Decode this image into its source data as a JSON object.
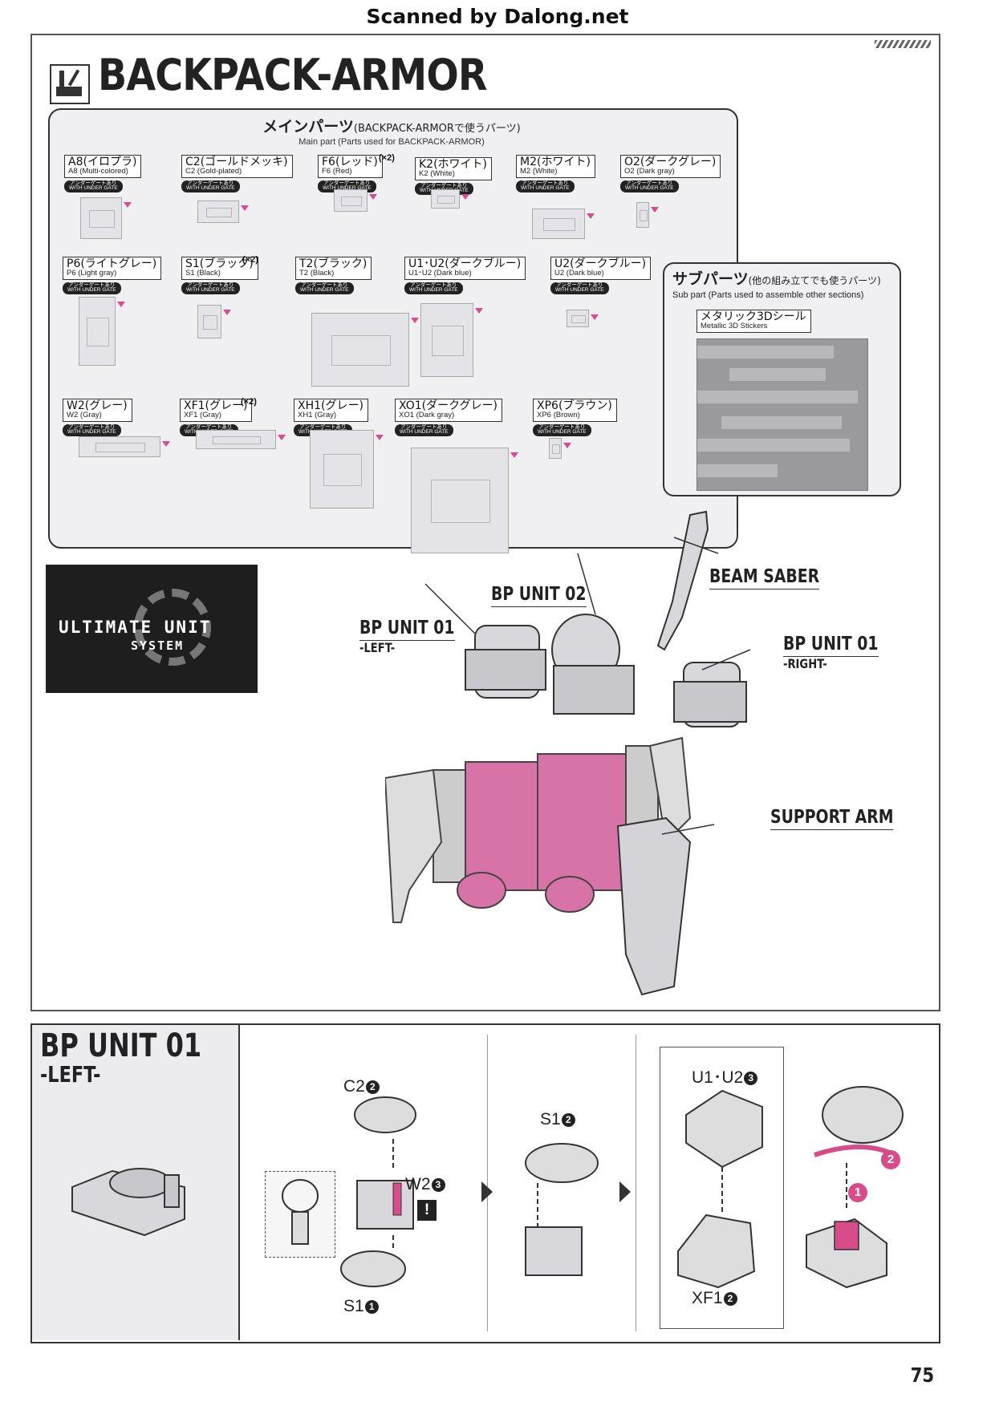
{
  "header": {
    "scanned_by": "Scanned by Dalong.net"
  },
  "section": {
    "title": "BACKPACK-ARMOR"
  },
  "main_parts": {
    "title_jp": "メインパーツ",
    "title_jp_note": "(BACKPACK-ARMORで使うパーツ)",
    "title_en": "Main part (Parts used for BACKPACK-ARMOR)",
    "badge_line1": "アンダーゲートあり",
    "badge_line2": "WITH UNDER GATE",
    "items": [
      {
        "jp": "A8(イロプラ)",
        "en": "A8 (Multi-colored)",
        "qty": ""
      },
      {
        "jp": "C2(ゴールドメッキ)",
        "en": "C2 (Gold-plated)",
        "qty": ""
      },
      {
        "jp": "F6(レッド)",
        "en": "F6 (Red)",
        "qty": "(×2)"
      },
      {
        "jp": "K2(ホワイト)",
        "en": "K2 (White)",
        "qty": ""
      },
      {
        "jp": "M2(ホワイト)",
        "en": "M2 (White)",
        "qty": ""
      },
      {
        "jp": "O2(ダークグレー)",
        "en": "O2 (Dark gray)",
        "qty": ""
      },
      {
        "jp": "P6(ライトグレー)",
        "en": "P6 (Light gray)",
        "qty": ""
      },
      {
        "jp": "S1(ブラック)",
        "en": "S1 (Black)",
        "qty": "(×2)"
      },
      {
        "jp": "T2(ブラック)",
        "en": "T2 (Black)",
        "qty": ""
      },
      {
        "jp": "U1･U2(ダークブルー)",
        "en": "U1･U2 (Dark blue)",
        "qty": ""
      },
      {
        "jp": "U2(ダークブルー)",
        "en": "U2 (Dark blue)",
        "qty": ""
      },
      {
        "jp": "W2(グレー)",
        "en": "W2 (Gray)",
        "qty": ""
      },
      {
        "jp": "XF1(グレー)",
        "en": "XF1 (Gray)",
        "qty": "(×2)"
      },
      {
        "jp": "XH1(グレー)",
        "en": "XH1 (Gray)",
        "qty": ""
      },
      {
        "jp": "XO1(ダークグレー)",
        "en": "XO1 (Dark gray)",
        "qty": ""
      },
      {
        "jp": "XP6(ブラウン)",
        "en": "XP6 (Brown)",
        "qty": ""
      }
    ]
  },
  "sub_parts": {
    "title_jp": "サブパーツ",
    "title_jp_note": "(他の組み立てでも使うパーツ)",
    "title_en": "Sub part (Parts used to assemble other sections)",
    "item_jp": "メタリック3Dシール",
    "item_en": "Metallic 3D Stickers"
  },
  "logo": {
    "line1": "ULTIMATE UNIT",
    "line2": "SYSTEM"
  },
  "callouts": {
    "beam_saber": "BEAM SABER",
    "bp_unit_02": "BP UNIT 02",
    "bp_unit_01_left": "BP UNIT 01",
    "left_sub": "-LEFT-",
    "bp_unit_01_right": "BP UNIT 01",
    "right_sub": "-RIGHT-",
    "support_arm": "SUPPORT ARM"
  },
  "step": {
    "title": "BP UNIT 01",
    "subtitle": "-LEFT-",
    "labels": {
      "c2": "C2",
      "c2_num": "2",
      "w2": "W2",
      "w2_num": "3",
      "s1a": "S1",
      "s1a_num": "1",
      "s1b": "S1",
      "s1b_num": "2",
      "u1u2": "U1･U2",
      "u1u2_num": "3",
      "xf1": "XF1",
      "xf1_num": "2",
      "rot1": "1",
      "rot2": "2",
      "warn": "!"
    }
  },
  "page": {
    "number": "75"
  },
  "colors": {
    "accent": "#d84c8a",
    "frame": "#333333"
  }
}
